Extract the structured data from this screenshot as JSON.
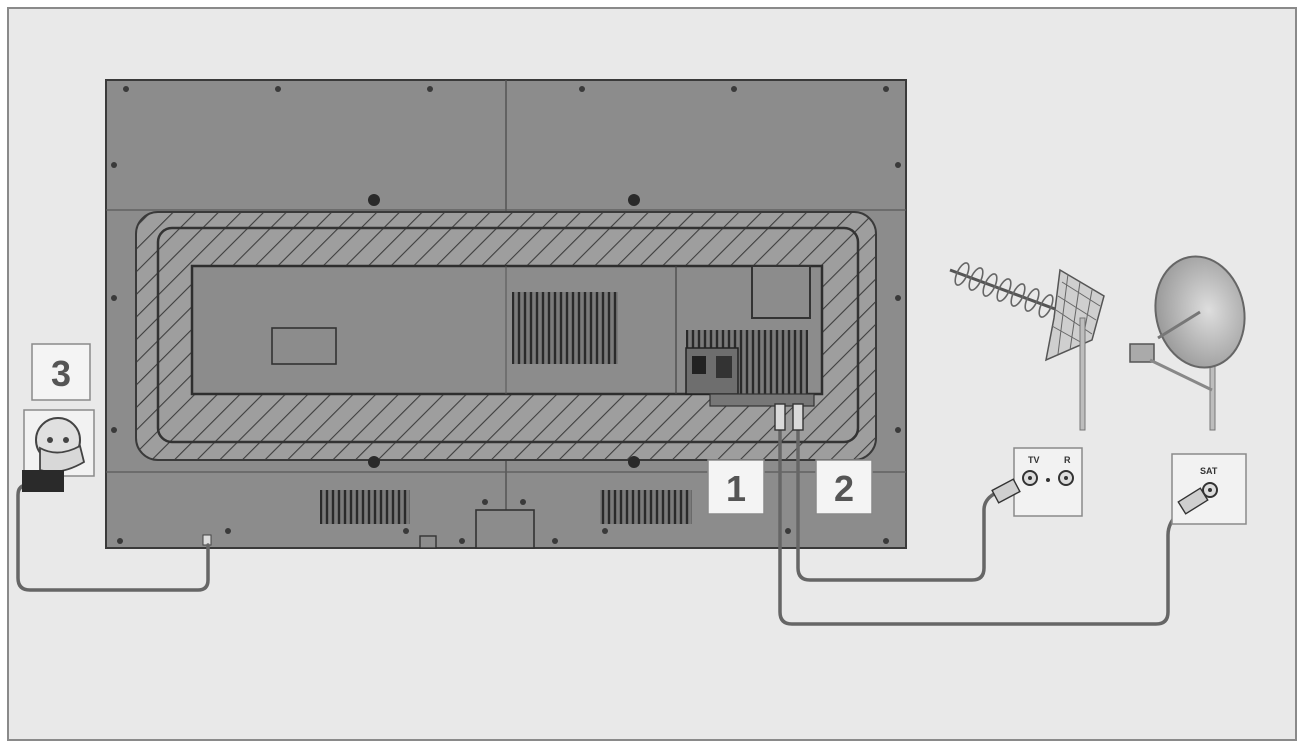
{
  "labels": {
    "step_1": "1",
    "step_2": "2",
    "step_3": "3",
    "socket_tv": "TV",
    "socket_radio": "R",
    "socket_sat": "SAT"
  },
  "colors": {
    "background": "#e9e9e9",
    "frame": "#8a8a8a",
    "tv_body": "#8c8c8c",
    "hatch_fill": "#a4a4a4",
    "cable": "#666666",
    "number_box": "#f4f4f4"
  },
  "icons": [
    "tv-rear-panel",
    "power-outlet-icon",
    "terrestrial-antenna-icon",
    "satellite-dish-icon",
    "antenna-wall-socket-icon",
    "satellite-wall-socket-icon"
  ]
}
